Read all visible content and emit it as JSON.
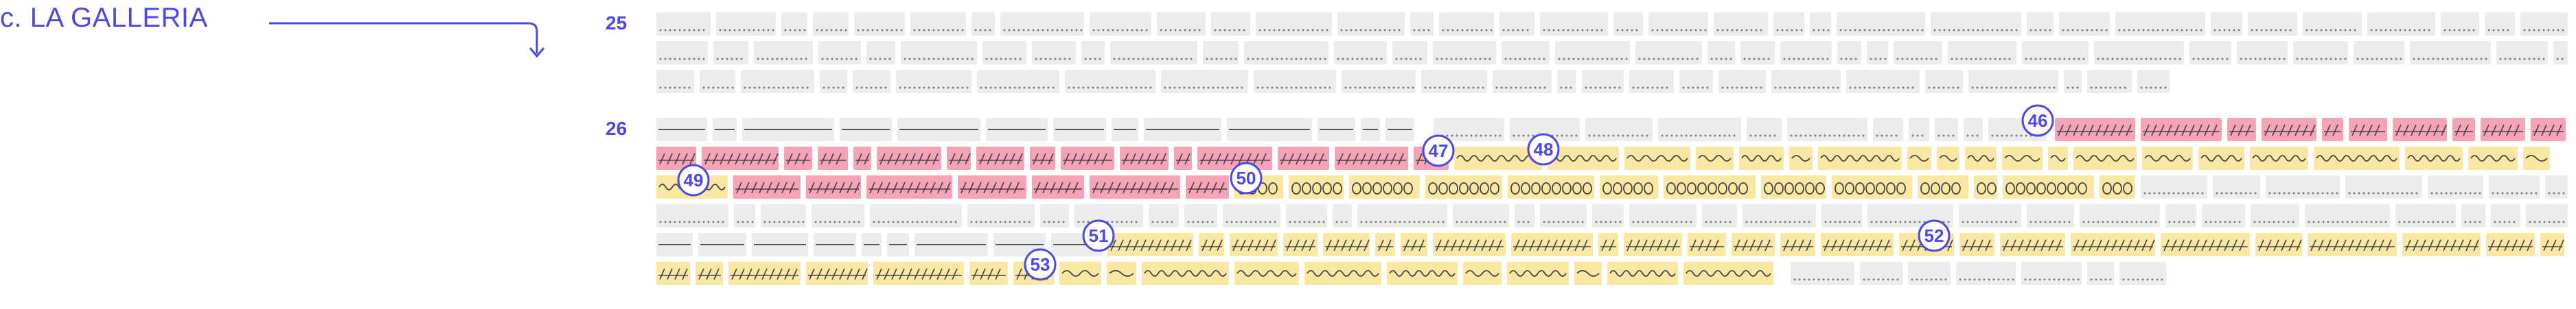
{
  "section": {
    "label": "c. LA GALLERIA"
  },
  "lines": [
    {
      "number": "25"
    },
    {
      "number": "26"
    }
  ],
  "markers": [
    "46",
    "47",
    "48",
    "49",
    "50",
    "51",
    "52",
    "53"
  ],
  "legend_colors": {
    "text_gray": "#ececec",
    "pink_highlight": "#f6a3b7",
    "yellow_highlight": "#fbe7a4",
    "accent_blue": "#4d49e6"
  },
  "glyph_patterns": {
    "dots": "dotted-text",
    "dash": "long-dash",
    "slash": "hash-slash",
    "wave": "wave-line",
    "loop": "loops"
  }
}
